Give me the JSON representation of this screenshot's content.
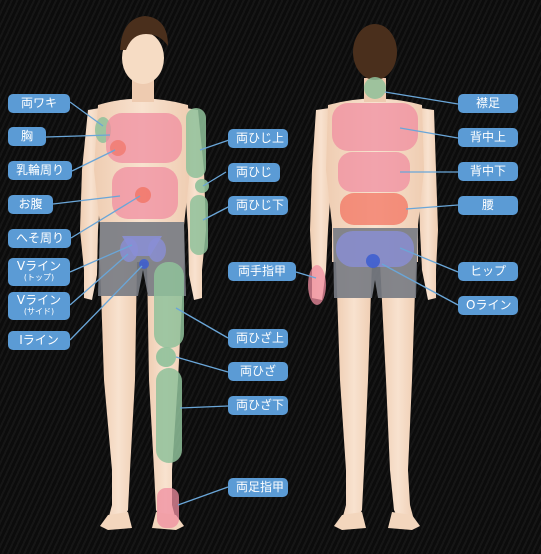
{
  "labels": {
    "ryowaki": "両ワキ",
    "mune": "胸",
    "nyurin": "乳輪周り",
    "onaka": "お腹",
    "hesomawari": "へそ周り",
    "vline_top": "Vライン",
    "vline_top_sub": "(トップ)",
    "vline_side": "Vライン",
    "vline_side_sub": "(サイド)",
    "iline": "Iライン",
    "ryohijiue": "両ひじ上",
    "ryohiji": "両ひじ",
    "ryohijishita": "両ひじ下",
    "ryoteyubi": "両手指甲",
    "ryohizaue": "両ひざ上",
    "ryohiza": "両ひざ",
    "ryohizashita": "両ひざ下",
    "ryoashiyubi": "両足指甲",
    "erimoto": "襟足",
    "senakaue": "背中上",
    "senakashita": "背中下",
    "koshi": "腰",
    "hip": "ヒップ",
    "oline": "Oライン"
  },
  "colors": {
    "label_bg": "#5b9bd5",
    "pink": "#f08da0",
    "green": "#8fc19a",
    "red": "#f26d5b",
    "purple": "#8a8fd6",
    "blue": "#3f5fcf",
    "skin": "#f6dcc4",
    "hair": "#4a2f1c",
    "shorts": "#7a7d84"
  }
}
